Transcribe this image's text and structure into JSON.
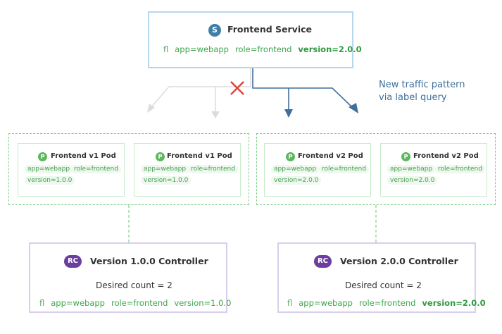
{
  "service": {
    "badge": "S",
    "title": "Frontend Service",
    "selector_icon": "fl",
    "labels": [
      "app=webapp",
      "role=frontend"
    ],
    "version_label": "version=2.0.0"
  },
  "annotation": {
    "line1": "New traffic pattern",
    "line2": "via label query"
  },
  "pods": [
    {
      "badge": "P",
      "title": "Frontend v1 Pod",
      "label_app": "app=webapp",
      "label_role": "role=frontend",
      "label_version": "version=1.0.0"
    },
    {
      "badge": "P",
      "title": "Frontend v1 Pod",
      "label_app": "app=webapp",
      "label_role": "role=frontend",
      "label_version": "version=1.0.0"
    },
    {
      "badge": "P",
      "title": "Frontend v2 Pod",
      "label_app": "app=webapp",
      "label_role": "role=frontend",
      "label_version": "version=2.0.0"
    },
    {
      "badge": "P",
      "title": "Frontend v2 Pod",
      "label_app": "app=webapp",
      "label_role": "role=frontend",
      "label_version": "version=2.0.0"
    }
  ],
  "controllers": [
    {
      "badge": "RC",
      "title": "Version 1.0.0 Controller",
      "count": "Desired count = 2",
      "selector_icon": "fl",
      "labels": [
        "app=webapp",
        "role=frontend"
      ],
      "version_label": "version=1.0.0"
    },
    {
      "badge": "RC",
      "title": "Version 2.0.0 Controller",
      "count": "Desired count = 2",
      "selector_icon": "fl",
      "labels": [
        "app=webapp",
        "role=frontend"
      ],
      "version_label": "version=2.0.0"
    }
  ],
  "colors": {
    "service_border": "#b7d7ee",
    "active_arrow": "#3f6f9a",
    "inactive_arrow": "#d9d9d9",
    "blocked_x": "#e0403a",
    "pod_group_border": "#7fcf86",
    "controller_border": "#d7cff0",
    "controller_badge": "#6a3fa0"
  }
}
